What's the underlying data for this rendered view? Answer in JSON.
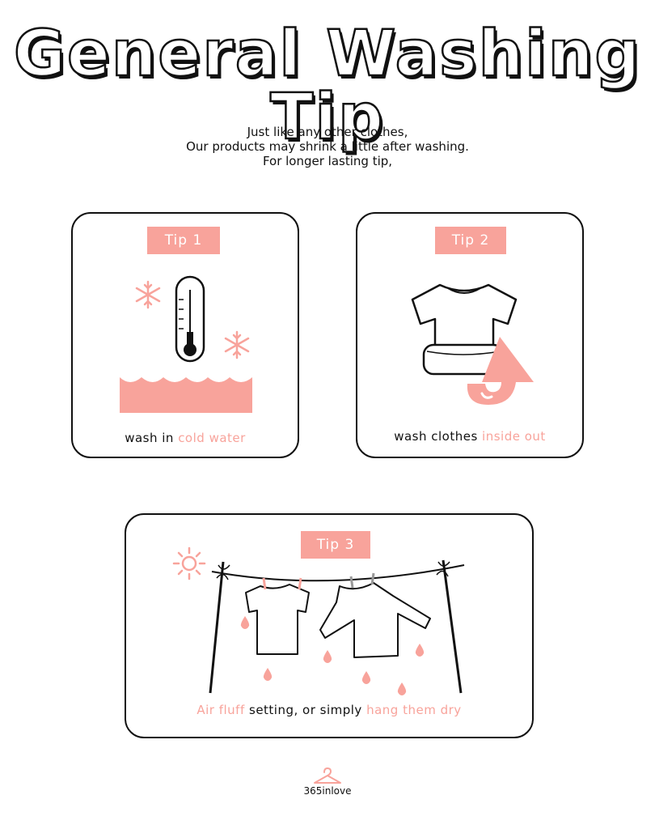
{
  "title": "General Washing Tip",
  "intro": {
    "line1": "Just like any other clothes,",
    "line2": "Our products may shrink a little after washing.",
    "line3": "For longer lasting tip,"
  },
  "tip1": {
    "label": "Tip 1",
    "caption_plain": "wash in ",
    "caption_highlight": "cold water",
    "icons": [
      "snowflake-icon",
      "thermometer-icon",
      "water-wave-icon"
    ]
  },
  "tip2": {
    "label": "Tip 2",
    "caption_plain": "wash clothes ",
    "caption_highlight": "inside out",
    "icons": [
      "tshirt-icon",
      "turn-arrow-icon"
    ]
  },
  "tip3": {
    "label": "Tip 3",
    "caption_highlight_1": "Air fluff",
    "caption_plain_1": " setting, or simply ",
    "caption_highlight_2": "hang them dry",
    "icons": [
      "sun-icon",
      "clothesline-icon",
      "water-drop-icon"
    ]
  },
  "brand": {
    "name": "365inlove",
    "icon": "hanger-icon"
  },
  "colors": {
    "accent": "#f8a39b",
    "ink": "#111111",
    "background": "#ffffff"
  }
}
